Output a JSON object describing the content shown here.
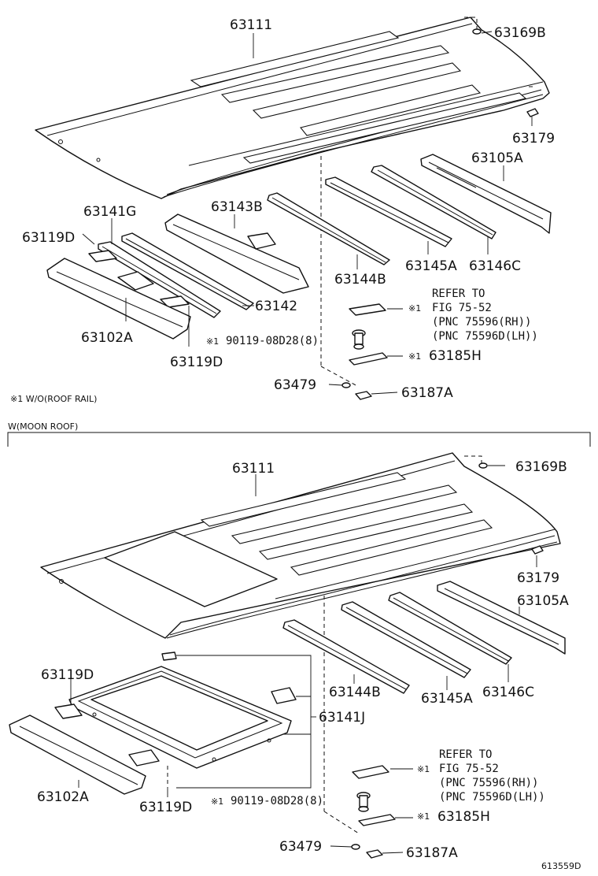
{
  "section1": {
    "labels": {
      "roof_panel": "63111",
      "clip_top": "63169B",
      "bracket_small": "63179",
      "bow_rear": "63105A",
      "bow_front": "63141G",
      "bow_mid": "63143B",
      "pad_left": "63119D",
      "bow_142": "63142",
      "bow_144b": "63144B",
      "bow_145a": "63145A",
      "bow_146c": "63146C",
      "header_front": "63102A",
      "pad_right": "63119D",
      "bolt": "90119-08D28(8)",
      "clip_185h": "63185H",
      "grommet": "63479",
      "clip_187a": "63187A"
    },
    "mark": "※1",
    "refer_lines": [
      "REFER TO",
      "FIG 75-52",
      "(PNC 75596(RH))",
      "(PNC 75596D(LH))"
    ],
    "note": "※1 W/O(ROOF RAIL)"
  },
  "section2": {
    "heading": "W(MOON ROOF)",
    "labels": {
      "roof_panel": "63111",
      "clip_top": "63169B",
      "bracket_small": "63179",
      "bow_rear": "63105A",
      "pad_left": "63119D",
      "bow_144b": "63144B",
      "bow_145a": "63145A",
      "bow_146c": "63146C",
      "frame": "63141J",
      "header_front": "63102A",
      "pad_bottom": "63119D",
      "bolt": "90119-08D28(8)",
      "clip_185h": "63185H",
      "grommet": "63479",
      "clip_187a": "63187A"
    },
    "mark": "※1",
    "refer_lines": [
      "REFER TO",
      "FIG 75-52",
      "(PNC 75596(RH))",
      "(PNC 75596D(LH))"
    ]
  },
  "figure_id": "613559D"
}
